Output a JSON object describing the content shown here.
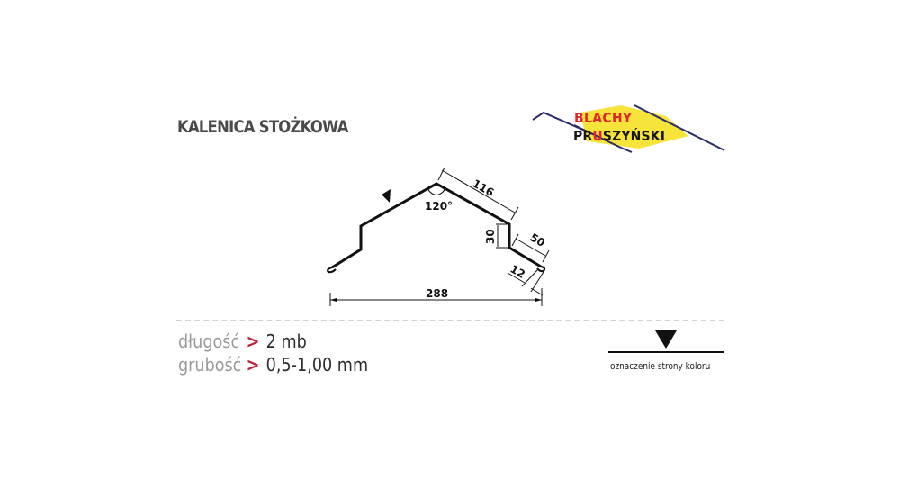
{
  "title": "KALENICA STOŻKOWA",
  "logo": {
    "line1": "BLACHY",
    "line2_prefix": "PR",
    "line2_accent": "U",
    "line2_suffix": "SZYŃSKI",
    "colors": {
      "red": "#e0262b",
      "yellow": "#f7e43a",
      "navy": "#2a2c6b",
      "black": "#161616"
    }
  },
  "diagram": {
    "type": "profile cross-section",
    "dimensions": {
      "slope_length": "116",
      "peak_angle": "120°",
      "drop_height": "30",
      "flange_length": "50",
      "hem": "12",
      "total_width": "288"
    },
    "color_side_marker": "triangle"
  },
  "specs": [
    {
      "label": "długość",
      "arrow": ">",
      "value": "2 mb"
    },
    {
      "label": "grubość",
      "arrow": ">",
      "value": "0,5-1,00 mm"
    }
  ],
  "legend": {
    "color_side_label": "oznaczenie strony koloru"
  },
  "colors": {
    "title": "#4a4a4c",
    "spec_label": "#9a9a9a",
    "spec_arrow": "#c21f3a",
    "spec_value": "#2d2d2d",
    "divider": "#d3d3d3",
    "line": "#111111"
  }
}
